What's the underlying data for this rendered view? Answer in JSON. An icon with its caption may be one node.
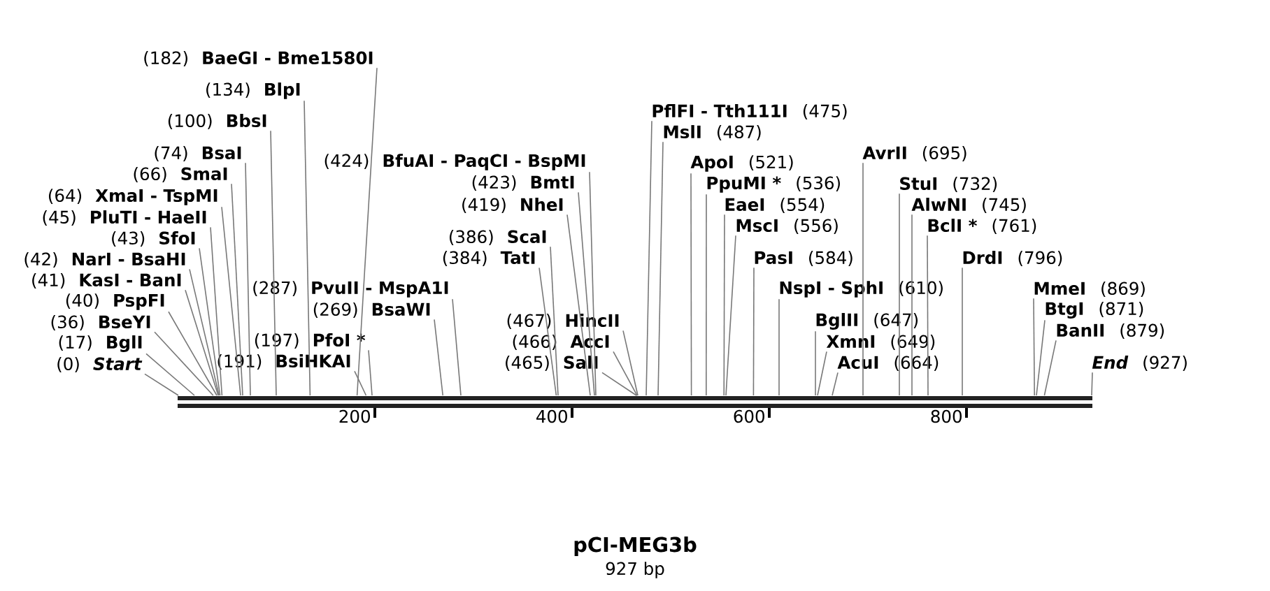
{
  "diagram": {
    "title": "pCI-MEG3b",
    "caption": "927 bp",
    "nodes": [
      {
        "text": [
          "BaeGI - Bme1580I"
        ],
        "beside": [
          "(182)"
        ]
      },
      {
        "text": [
          "BlpI"
        ],
        "beside": [
          "(134)"
        ]
      },
      {
        "text": [
          "BbsI"
        ],
        "beside": [
          "(100)"
        ]
      },
      {
        "text": [
          "BsaI"
        ],
        "beside": [
          "(74)"
        ]
      },
      {
        "text": [
          "SmaI"
        ],
        "beside": [
          "(66)"
        ]
      },
      {
        "text": [
          "XmaI - TspMI"
        ],
        "beside": [
          "(64)"
        ]
      },
      {
        "text": [
          "PluTI - HaeII"
        ],
        "beside": [
          "(45)"
        ]
      },
      {
        "text": [
          "SfoI"
        ],
        "beside": [
          "(43)"
        ]
      },
      {
        "text": [
          "NarI - BsaHI"
        ],
        "beside": [
          "(42)"
        ]
      },
      {
        "text": [
          "KasI - BanI"
        ],
        "beside": [
          "(41)"
        ]
      },
      {
        "text": [
          "PspFI"
        ],
        "beside": [
          "(40)"
        ]
      },
      {
        "text": [
          "BseYI"
        ],
        "beside": [
          "(36)"
        ]
      },
      {
        "text": [
          "BglI"
        ],
        "beside": [
          "(17)"
        ]
      },
      {
        "text": [
          "Start"
        ],
        "beside": [
          "(0)"
        ]
      },
      {
        "text": [
          "BfuAI - PaqCI - BspMI"
        ],
        "beside": [
          "(424)"
        ]
      },
      {
        "text": [
          "BmtI"
        ],
        "beside": [
          "(423)"
        ]
      },
      {
        "text": [
          "NheI"
        ],
        "beside": [
          "(419)"
        ]
      },
      {
        "text": [
          "ScaI"
        ],
        "beside": [
          "(386)"
        ]
      },
      {
        "text": [
          "TatI"
        ],
        "beside": [
          "(384)"
        ]
      },
      {
        "text": [
          "PvuII - MspA1I"
        ],
        "beside": [
          "(287)"
        ]
      },
      {
        "text": [
          "BsaWI"
        ],
        "beside": [
          "(269)"
        ]
      },
      {
        "text": [
          "PfoI *"
        ],
        "beside": [
          "(197)"
        ]
      },
      {
        "text": [
          "BsiHKAI"
        ],
        "beside": [
          "(191)"
        ]
      },
      {
        "text": [
          "HincII"
        ],
        "beside": [
          "(467)"
        ]
      },
      {
        "text": [
          "AccI"
        ],
        "beside": [
          "(466)"
        ]
      },
      {
        "text": [
          "SalI"
        ],
        "beside": [
          "(465)"
        ]
      },
      {
        "text": [
          "PflFI - Tth111I"
        ],
        "beside": [
          "(475)"
        ]
      },
      {
        "text": [
          "MslI"
        ],
        "beside": [
          "(487)"
        ]
      },
      {
        "text": [
          "ApoI"
        ],
        "beside": [
          "(521)"
        ]
      },
      {
        "text": [
          "PpuMI *"
        ],
        "beside": [
          "(536)"
        ]
      },
      {
        "text": [
          "EaeI"
        ],
        "beside": [
          "(554)"
        ]
      },
      {
        "text": [
          "MscI"
        ],
        "beside": [
          "(556)"
        ]
      },
      {
        "text": [
          "PasI"
        ],
        "beside": [
          "(584)"
        ]
      },
      {
        "text": [
          "NspI - SphI"
        ],
        "beside": [
          "(610)"
        ]
      },
      {
        "text": [
          "BglII"
        ],
        "beside": [
          "(647)"
        ]
      },
      {
        "text": [
          "XmnI"
        ],
        "beside": [
          "(649)"
        ]
      },
      {
        "text": [
          "AcuI"
        ],
        "beside": [
          "(664)"
        ]
      },
      {
        "text": [
          "AvrII"
        ],
        "beside": [
          "(695)"
        ]
      },
      {
        "text": [
          "StuI"
        ],
        "beside": [
          "(732)"
        ]
      },
      {
        "text": [
          "AlwNI"
        ],
        "beside": [
          "(745)"
        ]
      },
      {
        "text": [
          "BclI *"
        ],
        "beside": [
          "(761)"
        ]
      },
      {
        "text": [
          "DrdI"
        ],
        "beside": [
          "(796)"
        ]
      },
      {
        "text": [
          "MmeI"
        ],
        "beside": [
          "(869)"
        ]
      },
      {
        "text": [
          "BtgI"
        ],
        "beside": [
          "(871)"
        ]
      },
      {
        "text": [
          "BanII"
        ],
        "beside": [
          "(879)"
        ]
      },
      {
        "text": [
          "End"
        ],
        "beside": [
          "(927)"
        ]
      },
      {
        "text": [],
        "shape": "bar"
      }
    ],
    "edges": [
      {
        "from": 0,
        "to": 46,
        "arrow": "none"
      },
      {
        "from": 1,
        "to": 46,
        "arrow": "none"
      },
      {
        "from": 2,
        "to": 46,
        "arrow": "none"
      },
      {
        "from": 3,
        "to": 46,
        "arrow": "none"
      },
      {
        "from": 4,
        "to": 46,
        "arrow": "none"
      },
      {
        "from": 5,
        "to": 46,
        "arrow": "none"
      },
      {
        "from": 6,
        "to": 46,
        "arrow": "none"
      },
      {
        "from": 7,
        "to": 46,
        "arrow": "none"
      },
      {
        "from": 8,
        "to": 46,
        "arrow": "none"
      },
      {
        "from": 9,
        "to": 46,
        "arrow": "none"
      },
      {
        "from": 10,
        "to": 46,
        "arrow": "none"
      },
      {
        "from": 11,
        "to": 46,
        "arrow": "none"
      },
      {
        "from": 12,
        "to": 46,
        "arrow": "none"
      },
      {
        "from": 13,
        "to": 46,
        "arrow": "none"
      },
      {
        "from": 14,
        "to": 46,
        "arrow": "none"
      },
      {
        "from": 15,
        "to": 46,
        "arrow": "none"
      },
      {
        "from": 16,
        "to": 46,
        "arrow": "none"
      },
      {
        "from": 17,
        "to": 46,
        "arrow": "none"
      },
      {
        "from": 18,
        "to": 46,
        "arrow": "none"
      },
      {
        "from": 19,
        "to": 46,
        "arrow": "none"
      },
      {
        "from": 20,
        "to": 46,
        "arrow": "none"
      },
      {
        "from": 21,
        "to": 46,
        "arrow": "none"
      },
      {
        "from": 22,
        "to": 46,
        "arrow": "none"
      },
      {
        "from": 23,
        "to": 46,
        "arrow": "none"
      },
      {
        "from": 24,
        "to": 46,
        "arrow": "none"
      },
      {
        "from": 25,
        "to": 46,
        "arrow": "none"
      },
      {
        "from": 26,
        "to": 46,
        "arrow": "none"
      },
      {
        "from": 27,
        "to": 46,
        "arrow": "none"
      },
      {
        "from": 28,
        "to": 46,
        "arrow": "none"
      },
      {
        "from": 29,
        "to": 46,
        "arrow": "none"
      },
      {
        "from": 30,
        "to": 46,
        "arrow": "none"
      },
      {
        "from": 31,
        "to": 46,
        "arrow": "none"
      },
      {
        "from": 32,
        "to": 46,
        "arrow": "none"
      },
      {
        "from": 33,
        "to": 46,
        "arrow": "none"
      },
      {
        "from": 34,
        "to": 46,
        "arrow": "none"
      },
      {
        "from": 35,
        "to": 46,
        "arrow": "none"
      },
      {
        "from": 36,
        "to": 46,
        "arrow": "none"
      },
      {
        "from": 37,
        "to": 46,
        "arrow": "none"
      },
      {
        "from": 38,
        "to": 46,
        "arrow": "none"
      },
      {
        "from": 39,
        "to": 46,
        "arrow": "none"
      },
      {
        "from": 40,
        "to": 46,
        "arrow": "none"
      },
      {
        "from": 41,
        "to": 46,
        "arrow": "none"
      },
      {
        "from": 42,
        "to": 46,
        "arrow": "none"
      },
      {
        "from": 43,
        "to": 46,
        "arrow": "none"
      },
      {
        "from": 44,
        "to": 46,
        "arrow": "none"
      },
      {
        "from": 45,
        "to": 46,
        "arrow": "none"
      }
    ],
    "labels": [
      "200",
      "400",
      "600",
      "800"
    ]
  }
}
